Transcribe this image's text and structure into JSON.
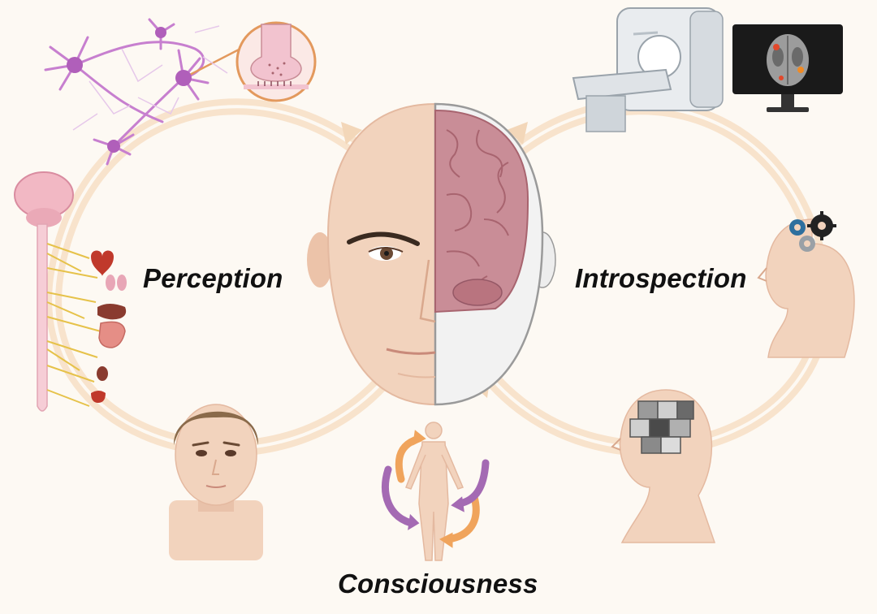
{
  "labels": {
    "perception": "Perception",
    "introspection": "Introspection",
    "consciousness": "Consciousness"
  },
  "colors": {
    "background": "#fdf9f3",
    "loop": "#f8e3cc",
    "skin": "#f2d3bd",
    "skin_shade": "#e4b9a0",
    "brain": "#c98d97",
    "brain_dark": "#a8646f",
    "neuron": "#c77fcf",
    "nerve": "#e6c24a",
    "synapse_ring": "#e3995d",
    "arrow_orange": "#f0a45c",
    "arrow_purple": "#a46ab3",
    "gear_blue": "#2e6f9e",
    "gear_dark": "#222222",
    "gear_grey": "#9aa0a6",
    "hair": "#8a6a4a",
    "monitor": "#1a1a1a"
  },
  "icons": [
    "neuron-network-icon",
    "synapse-icon",
    "nervous-system-icon",
    "organs-icon",
    "mri-scanner-icon",
    "brain-scan-monitor-icon",
    "head-gears-icon",
    "head-puzzle-icon",
    "human-face-icon",
    "human-body-icon"
  ]
}
